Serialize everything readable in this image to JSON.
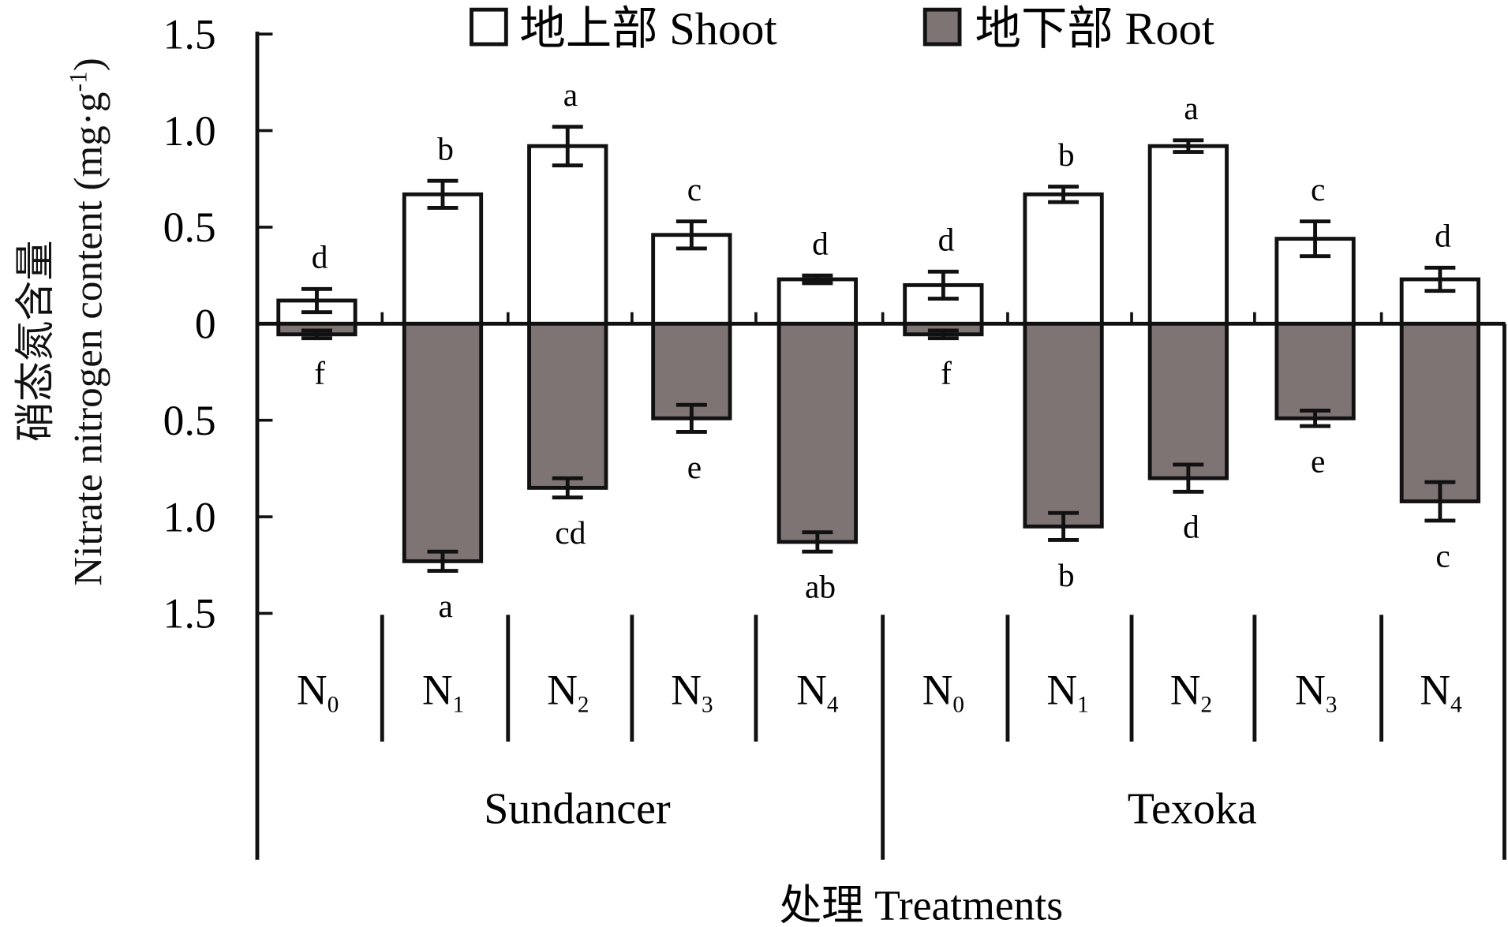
{
  "chart_data": {
    "type": "bar",
    "title": "",
    "ylabel": "硝态氮含量 Nitrate nitrogen content (mg·g⁻¹)",
    "ylabel_cn": "硝态氮含量",
    "ylabel_en": "Nitrate nitrogen content (mg·g",
    "ylabel_sup": "-1",
    "ylabel_close": ")",
    "xlabel": "处理 Treatments",
    "ylim": [
      -1.5,
      1.5
    ],
    "yticks": [
      1.5,
      1.0,
      0.5,
      0,
      -0.5,
      -1.0,
      -1.5
    ],
    "ytick_labels": [
      "1.5",
      "1.0",
      "0.5",
      "0",
      "0.5",
      "1.0",
      "1.5"
    ],
    "legend": {
      "placement": "top",
      "entries": [
        "地上部 Shoot",
        "地下部 Root"
      ]
    },
    "groups": [
      "Sundancer",
      "Texoka"
    ],
    "categories": [
      {
        "base": "N",
        "sub": "0"
      },
      {
        "base": "N",
        "sub": "1"
      },
      {
        "base": "N",
        "sub": "2"
      },
      {
        "base": "N",
        "sub": "3"
      },
      {
        "base": "N",
        "sub": "4"
      },
      {
        "base": "N",
        "sub": "0"
      },
      {
        "base": "N",
        "sub": "1"
      },
      {
        "base": "N",
        "sub": "2"
      },
      {
        "base": "N",
        "sub": "3"
      },
      {
        "base": "N",
        "sub": "4"
      }
    ],
    "series": [
      {
        "name": "地上部 Shoot",
        "color": "#ffffff",
        "values": [
          0.12,
          0.67,
          0.92,
          0.46,
          0.23,
          0.2,
          0.67,
          0.92,
          0.44,
          0.23
        ],
        "errors": [
          0.06,
          0.07,
          0.1,
          0.07,
          0.02,
          0.07,
          0.04,
          0.03,
          0.09,
          0.06
        ],
        "letters": [
          "d",
          "b",
          "a",
          "c",
          "d",
          "d",
          "b",
          "a",
          "c",
          "d"
        ]
      },
      {
        "name": "地下部 Root",
        "color": "#7f7474",
        "values": [
          -0.055,
          -1.23,
          -0.85,
          -0.49,
          -1.13,
          -0.055,
          -1.05,
          -0.8,
          -0.49,
          -0.92
        ],
        "errors": [
          0.02,
          0.05,
          0.05,
          0.07,
          0.05,
          0.02,
          0.07,
          0.07,
          0.04,
          0.1
        ],
        "letters": [
          "f",
          "a",
          "cd",
          "e",
          "ab",
          "f",
          "b",
          "d",
          "e",
          "c"
        ]
      }
    ]
  }
}
